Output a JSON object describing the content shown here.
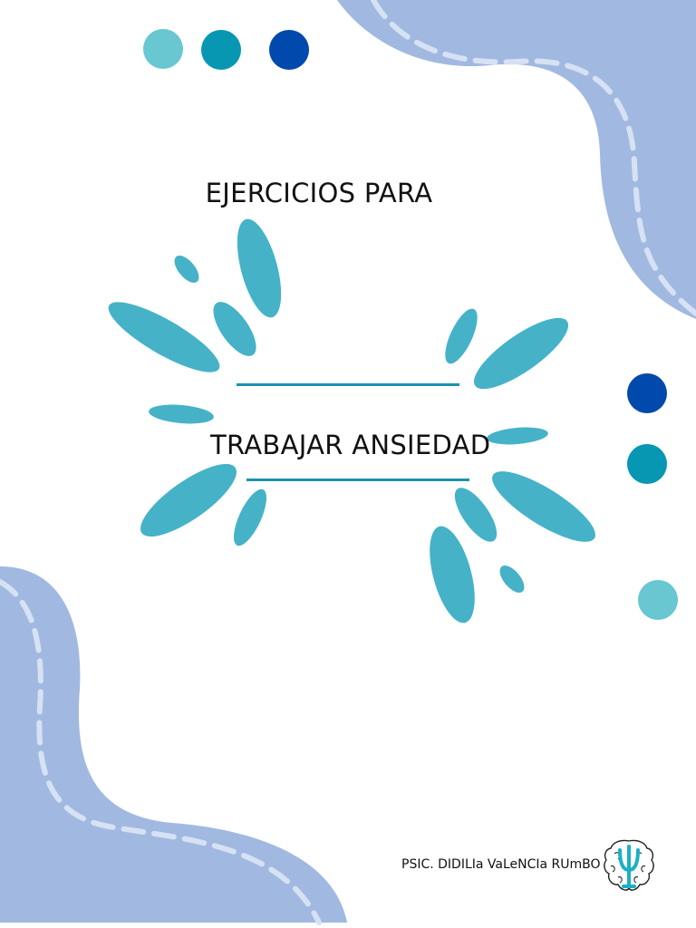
{
  "document": {
    "heading_top": "EJERCICIOS PARA",
    "heading_main": "TRABAJAR ANSIEDAD",
    "author": "PSIC. DIDILIa VaLeNCIa RUmBO"
  },
  "logo": {
    "icon": "psi-brain-icon"
  },
  "colors": {
    "background": "#ffffff",
    "blob": "#a1b9e1",
    "dash": "#d6e1f3",
    "splash": "#45b2c8",
    "rule": "#1a93b1",
    "dot_light": "#68c7d1",
    "dot_teal": "#0897b2",
    "dot_navy": "#0249ad"
  }
}
